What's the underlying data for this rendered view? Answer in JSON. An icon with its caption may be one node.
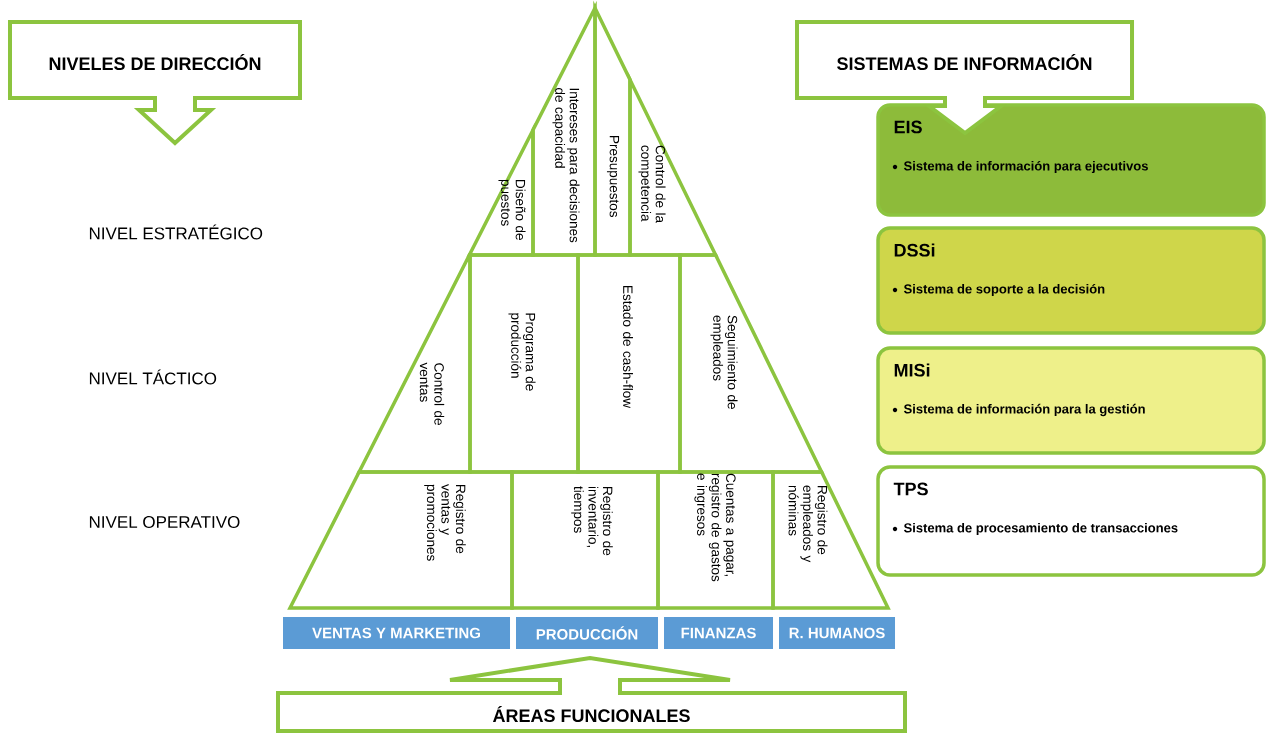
{
  "diagram": {
    "nodes": [
      {
        "text": [
          "NIVELES DE DIRECCIÓN"
        ]
      },
      {
        "text": [
          "SISTEMAS DE INFORMACIÓN"
        ]
      },
      {
        "text": [
          "Diseño de puestos"
        ]
      },
      {
        "text": [
          "Intereses para decisiones de capacidad"
        ]
      },
      {
        "text": [
          "Presupuestos"
        ]
      },
      {
        "text": [
          "Control de la competencia"
        ]
      },
      {
        "text": [
          "EIS",
          "Sistema de información para ejecutivos"
        ]
      },
      {
        "text": [
          "Control de ventas"
        ]
      },
      {
        "text": [
          "Programa de producción"
        ]
      },
      {
        "text": [
          "Estado de cash-flow"
        ]
      },
      {
        "text": [
          "Seguimiento de empleados"
        ]
      },
      {
        "text": [
          "DSSi",
          "Sistema de soporte a la decisión"
        ]
      },
      {
        "text": [
          "MISi",
          "Sistema de información para la gestión"
        ]
      },
      {
        "text": [
          "Registro de ventas y promociones"
        ]
      },
      {
        "text": [
          "Registro de inventario, tiempos"
        ]
      },
      {
        "text": [
          "Cuentas a pagar, registro de gastos e ingresos"
        ]
      },
      {
        "text": [
          "Registro de empleados y nóminas"
        ]
      },
      {
        "text": [
          "TPS",
          "Sistema de procesamiento de transacciones"
        ]
      },
      {
        "text": [
          "VENTAS Y MARKETING"
        ]
      },
      {
        "text": [
          "PRODUCCIÓN"
        ]
      },
      {
        "text": [
          "FINANZAS"
        ]
      },
      {
        "text": [
          "R. HUMANOS"
        ]
      },
      {
        "text": [
          "ÁREAS FUNCIONALES"
        ]
      }
    ],
    "labels": [
      "NIVEL ESTRATÉGICO",
      "NIVEL TÁCTICO",
      "NIVEL OPERATIVO"
    ]
  }
}
